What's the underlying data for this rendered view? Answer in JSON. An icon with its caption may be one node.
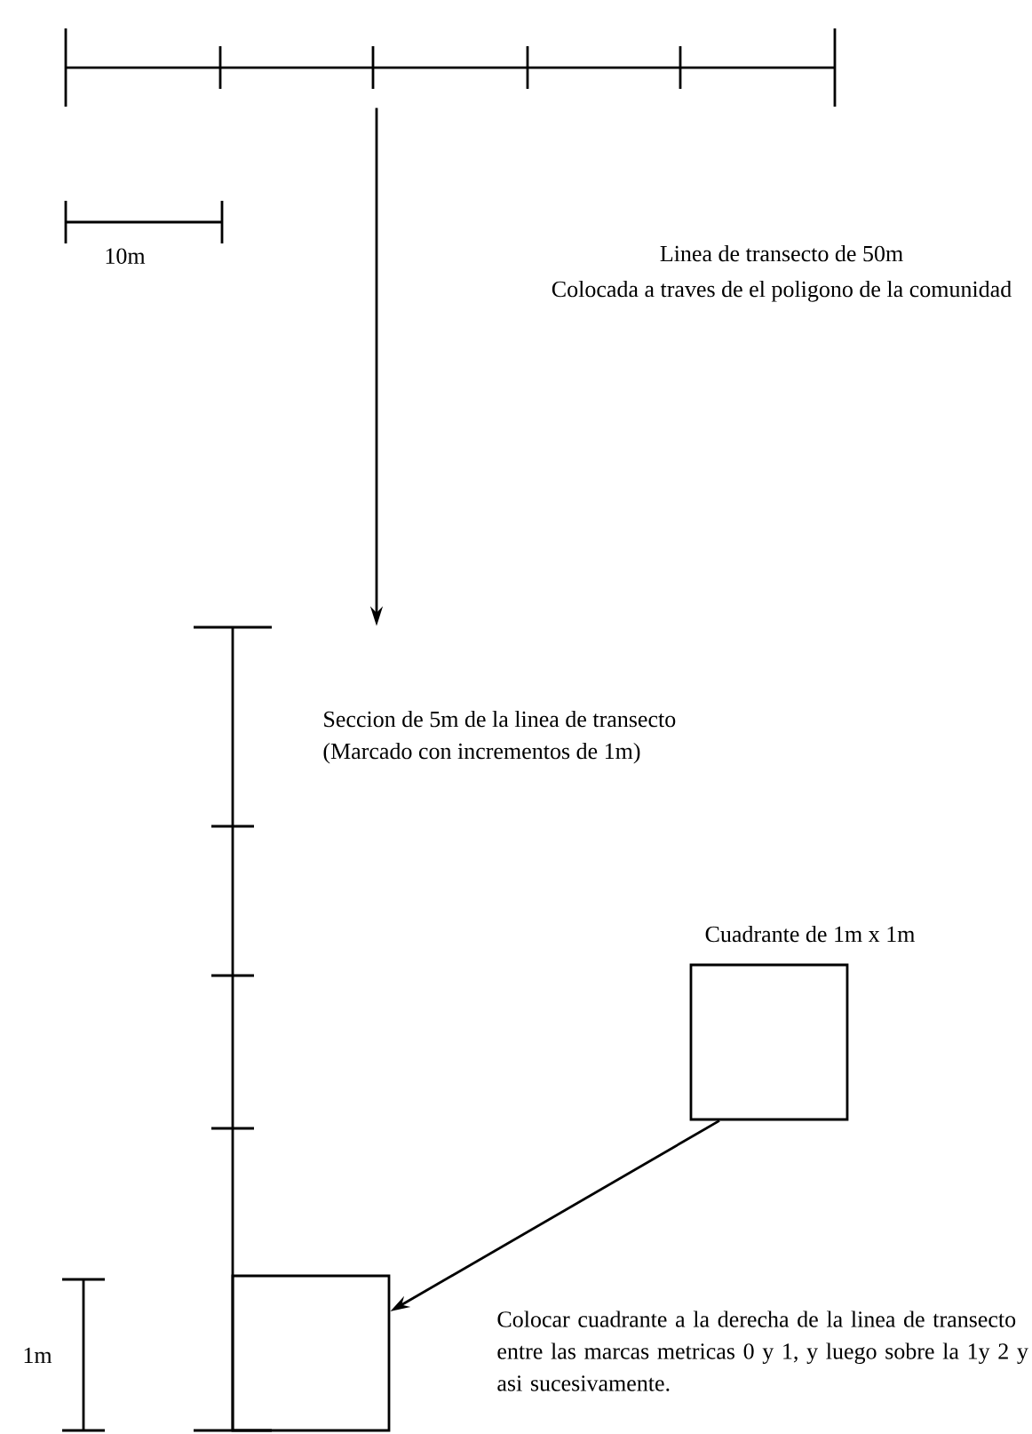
{
  "diagram": {
    "nodes": [
      {
        "text": [],
        "shape": "bar"
      },
      {
        "text": [],
        "shape": "bar"
      },
      {
        "text": [],
        "shape": "box"
      },
      {
        "text": [],
        "shape": "box"
      }
    ],
    "edges": [
      {
        "from": 0,
        "to": 1,
        "arrow": "to"
      },
      {
        "from": 2,
        "to": 3,
        "arrow": "to"
      }
    ],
    "labels": [
      "10m",
      "Linea de transecto  de 50m",
      "Colocada a traves de el poligono de la comunidad",
      "Seccion de 5m de la linea de transecto",
      "(Marcado con incrementos de 1m)",
      "Cuadrante de 1m x 1m",
      "1m",
      "Colocar cuadrante a la derecha de la linea de transecto entre las marcas metricas 0 y 1, y luego sobre la 1y 2 y asi sucesivamente."
    ]
  }
}
